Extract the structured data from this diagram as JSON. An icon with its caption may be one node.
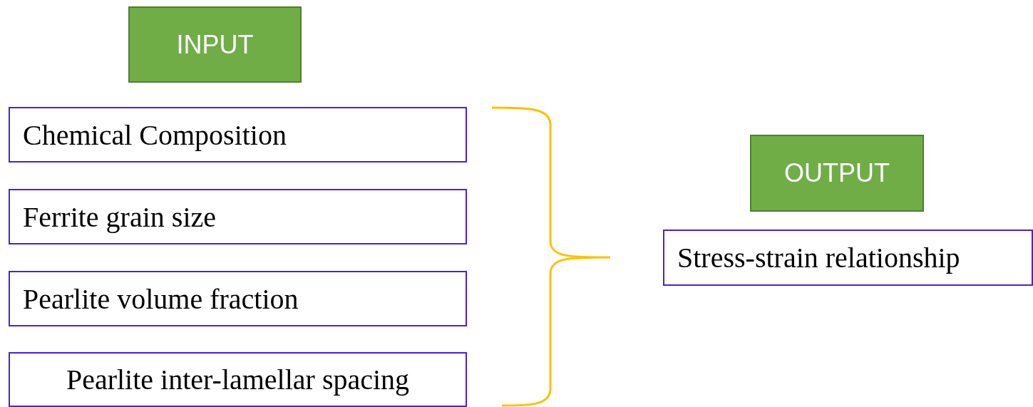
{
  "diagram": {
    "nodes": [
      {
        "text": [
          "INPUT"
        ]
      },
      {
        "text": [
          "Chemical Composition"
        ]
      },
      {
        "text": [
          "Ferrite grain size"
        ]
      },
      {
        "text": [
          "Pearlite volume fraction"
        ]
      },
      {
        "text": [
          "Pearlite inter-lamellar spacing"
        ]
      },
      {
        "text": [
          "OUTPUT"
        ]
      },
      {
        "text": [
          "Stress-strain relationship"
        ]
      }
    ]
  }
}
